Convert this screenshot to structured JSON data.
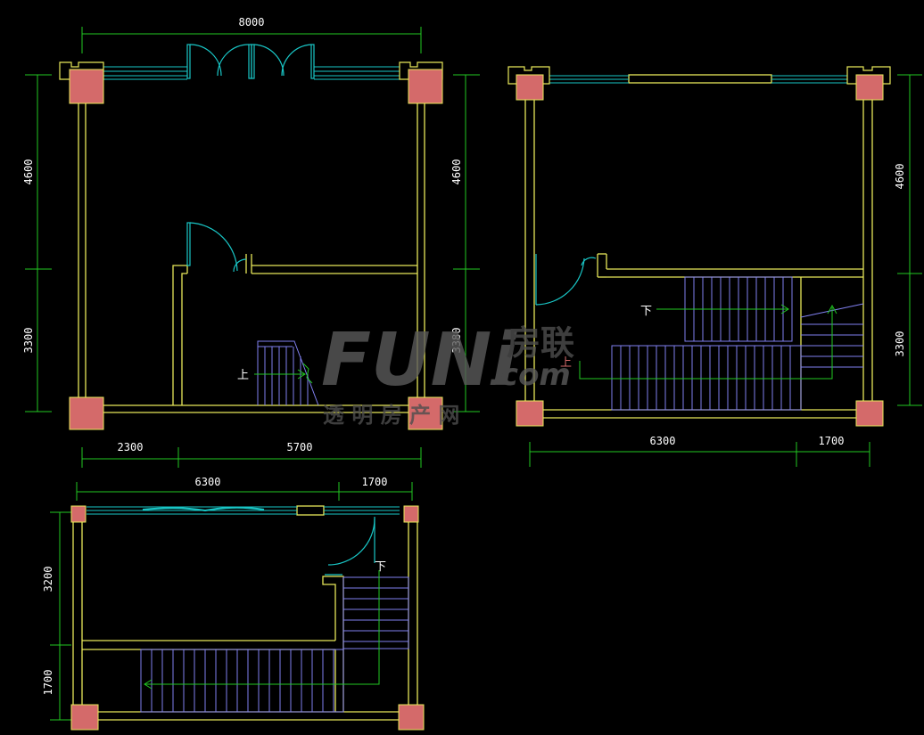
{
  "plan_a": {
    "dims": {
      "top_total": "8000",
      "left_upper": "4600",
      "left_lower": "3300",
      "right_upper": "4600",
      "right_lower": "3380",
      "bottom_left": "2300",
      "bottom_right": "5700"
    },
    "stair_label": "上"
  },
  "plan_b": {
    "dims": {
      "right_upper": "4600",
      "right_lower": "3300",
      "bottom_left": "6300",
      "bottom_right": "1700"
    },
    "stair_label": "下",
    "stair_label_2": "上"
  },
  "plan_c": {
    "dims": {
      "top_left": "6300",
      "top_right": "1700",
      "left_upper": "3200",
      "left_lower": "1700"
    },
    "stair_label": "下"
  },
  "watermark": {
    "logo": "FUNi",
    "logo_cn": "房联",
    "domain": ".com",
    "tagline": "透 明 房 产 网"
  },
  "colors": {
    "wall": "#e8e85a",
    "dimension": "#22c722",
    "window": "#19c6c6",
    "stair": "#8080f0",
    "column": "#d46a6a",
    "background": "#000000"
  }
}
